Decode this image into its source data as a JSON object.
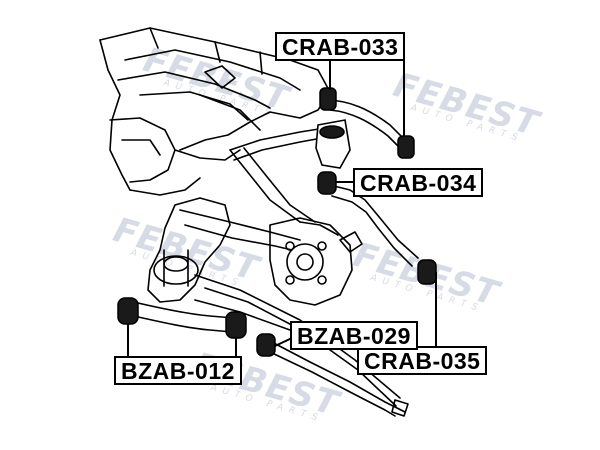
{
  "watermark": {
    "brand": "FEBEST",
    "subtext": "AUTO PARTS"
  },
  "parts": {
    "crab_033": "CRAB-033",
    "crab_034": "CRAB-034",
    "crab_035": "CRAB-035",
    "bzab_029": "BZAB-029",
    "bzab_012": "BZAB-012"
  },
  "colors": {
    "line": "#000000",
    "watermark": "#d7dbe6",
    "background": "#ffffff"
  }
}
